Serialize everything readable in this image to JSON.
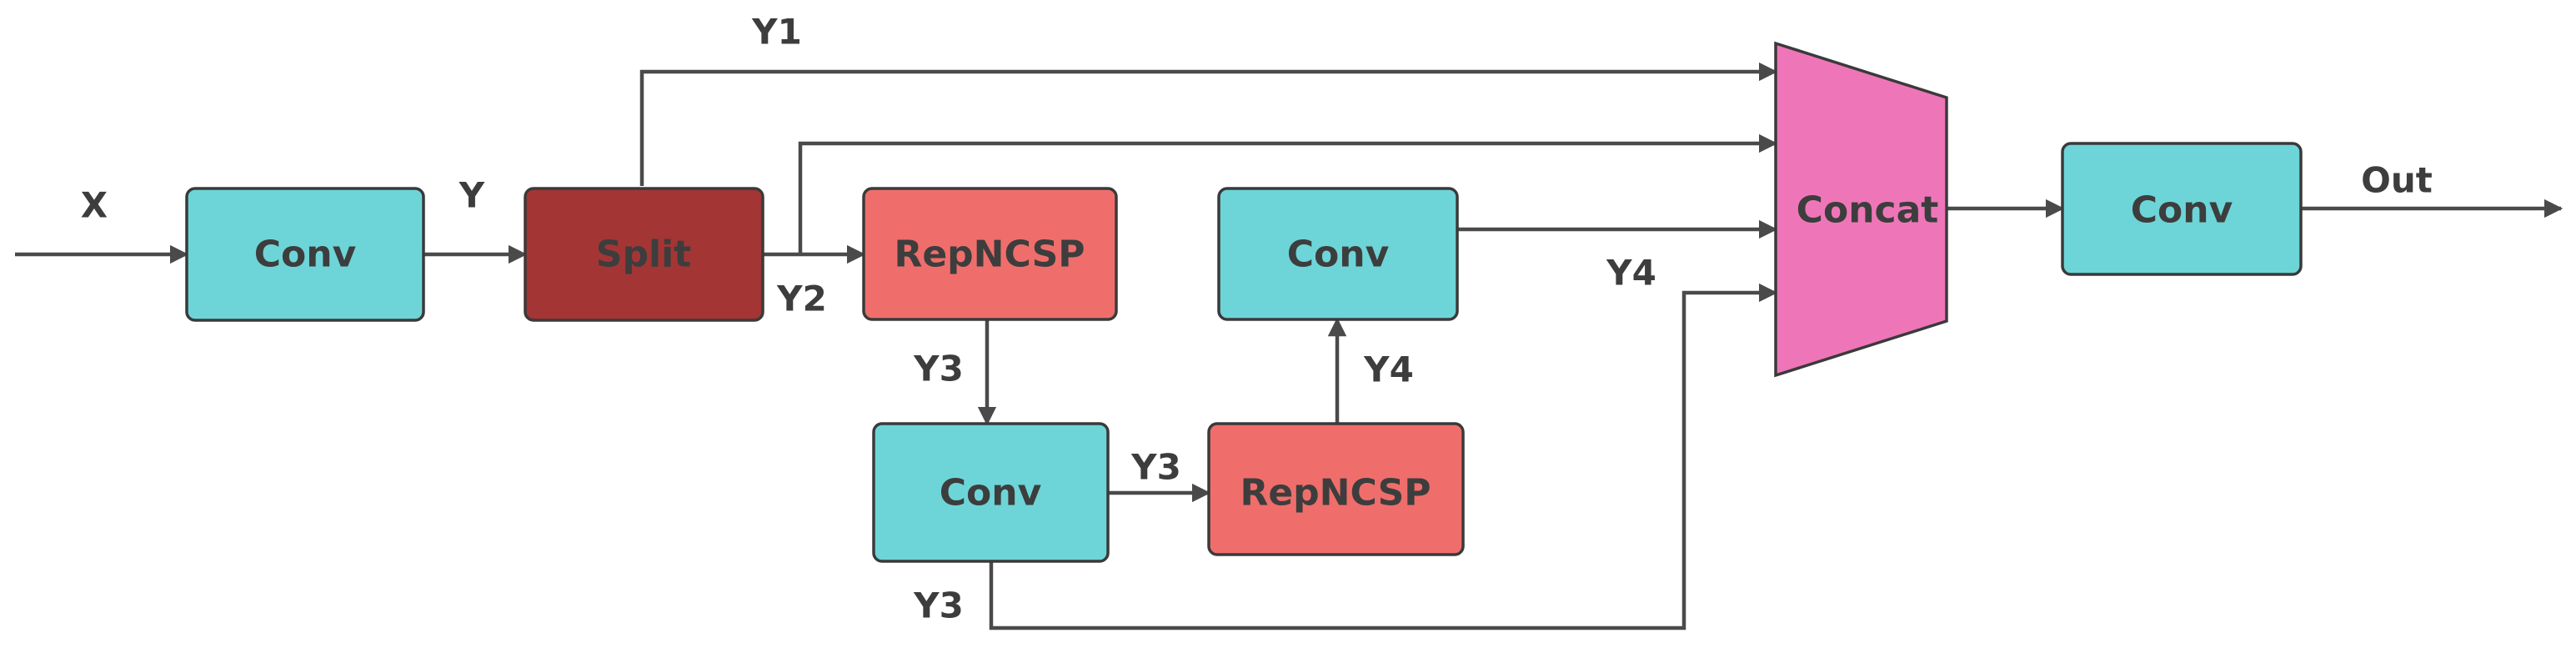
{
  "colors": {
    "conv": "#6dd5d8",
    "split": "#a33535",
    "repncsp": "#ef6e6b",
    "concat": "#ee76b8",
    "line": "#4a4a4a",
    "text": "#3d3d3d"
  },
  "blocks": {
    "conv_in": "Conv",
    "split": "Split",
    "repncsp_1": "RepNCSP",
    "conv_mid_top": "Conv",
    "conv_mid_bottom": "Conv",
    "repncsp_2": "RepNCSP",
    "concat": "Concat",
    "conv_out": "Conv"
  },
  "edge_labels": {
    "x": "X",
    "y": "Y",
    "y1": "Y1",
    "y2": "Y2",
    "y3_down": "Y3",
    "y3_right": "Y3",
    "y3_bottom": "Y3",
    "y4_up": "Y4",
    "y4_concat": "Y4",
    "out": "Out"
  }
}
